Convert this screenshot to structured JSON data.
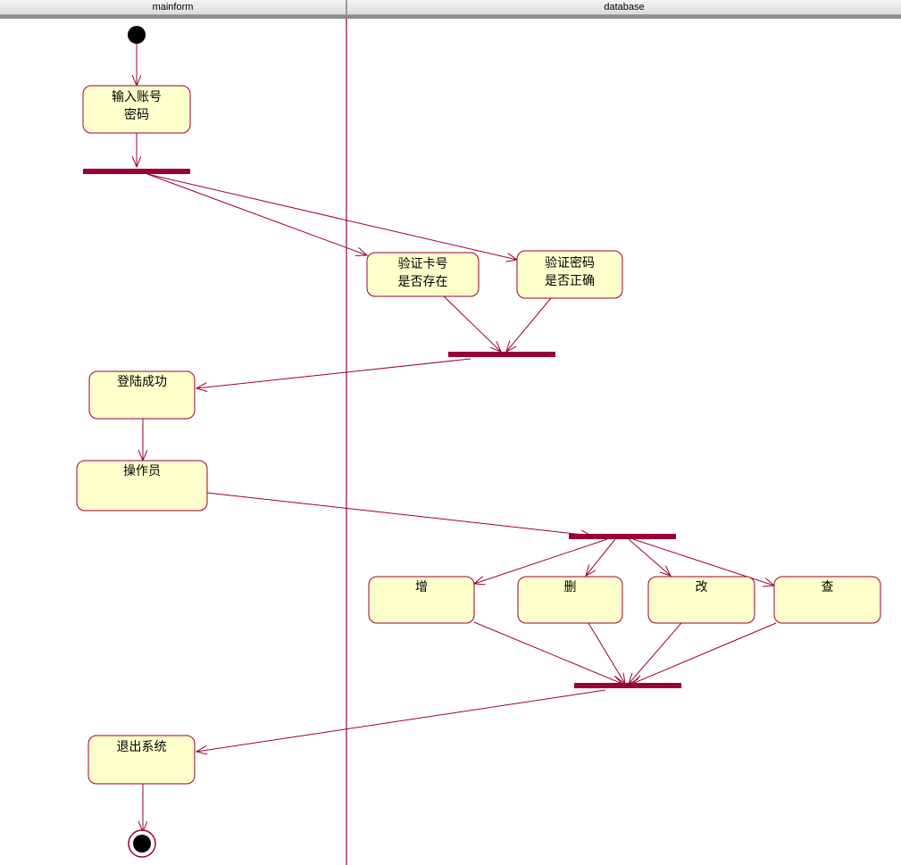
{
  "swimlanes": [
    {
      "id": "mainform",
      "label": "mainform"
    },
    {
      "id": "database",
      "label": "database"
    }
  ],
  "activities": {
    "input": "输入账号\n密码",
    "verify_card": "验证卡号\n是否存在",
    "verify_password": "验证密码\n是否正确",
    "login_success": "登陆成功",
    "operator": "操作员",
    "add": "增",
    "delete": "删",
    "modify": "改",
    "query": "查",
    "exit": "退出系统"
  },
  "colors": {
    "activity_fill": "#ffffcc",
    "activity_stroke": "#990033",
    "sync_bar": "#990033",
    "transition": "#990033",
    "initial_node": "#000000"
  }
}
